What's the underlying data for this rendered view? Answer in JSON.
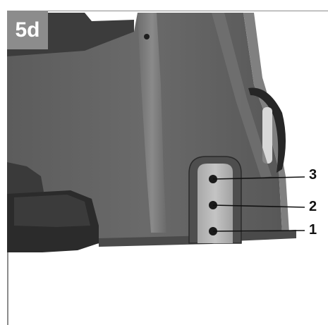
{
  "figure": {
    "step_label": "5d",
    "callouts": [
      {
        "label": "3"
      },
      {
        "label": "2"
      },
      {
        "label": "1"
      }
    ],
    "colors": {
      "frame": "#8c8c8c",
      "body_dark": "#5a5a5a",
      "body_mid": "#6e6e6e",
      "plate": "#b4b4b4",
      "leader": "#111111"
    }
  }
}
